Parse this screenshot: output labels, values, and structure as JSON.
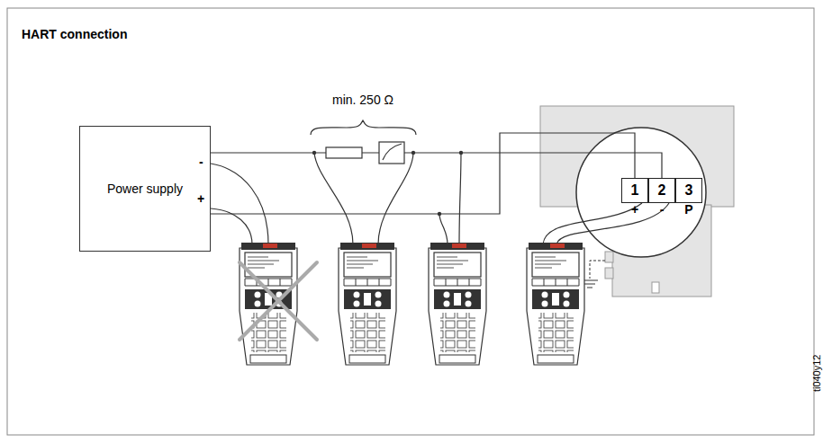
{
  "diagram": {
    "title": "HART connection",
    "nodes": [
      {
        "text": [
          "Power supply"
        ]
      },
      {
        "text": [
          "1",
          "+"
        ]
      },
      {
        "text": [
          "2",
          "-"
        ]
      },
      {
        "text": [
          "3",
          "P"
        ]
      }
    ],
    "edges": [
      {
        "from": 0,
        "to": 2,
        "arrow": "none"
      },
      {
        "from": 0,
        "to": 1,
        "arrow": "none"
      }
    ],
    "labels": [
      "-",
      "+",
      "min. 250 Ω",
      "ti040y12"
    ]
  }
}
